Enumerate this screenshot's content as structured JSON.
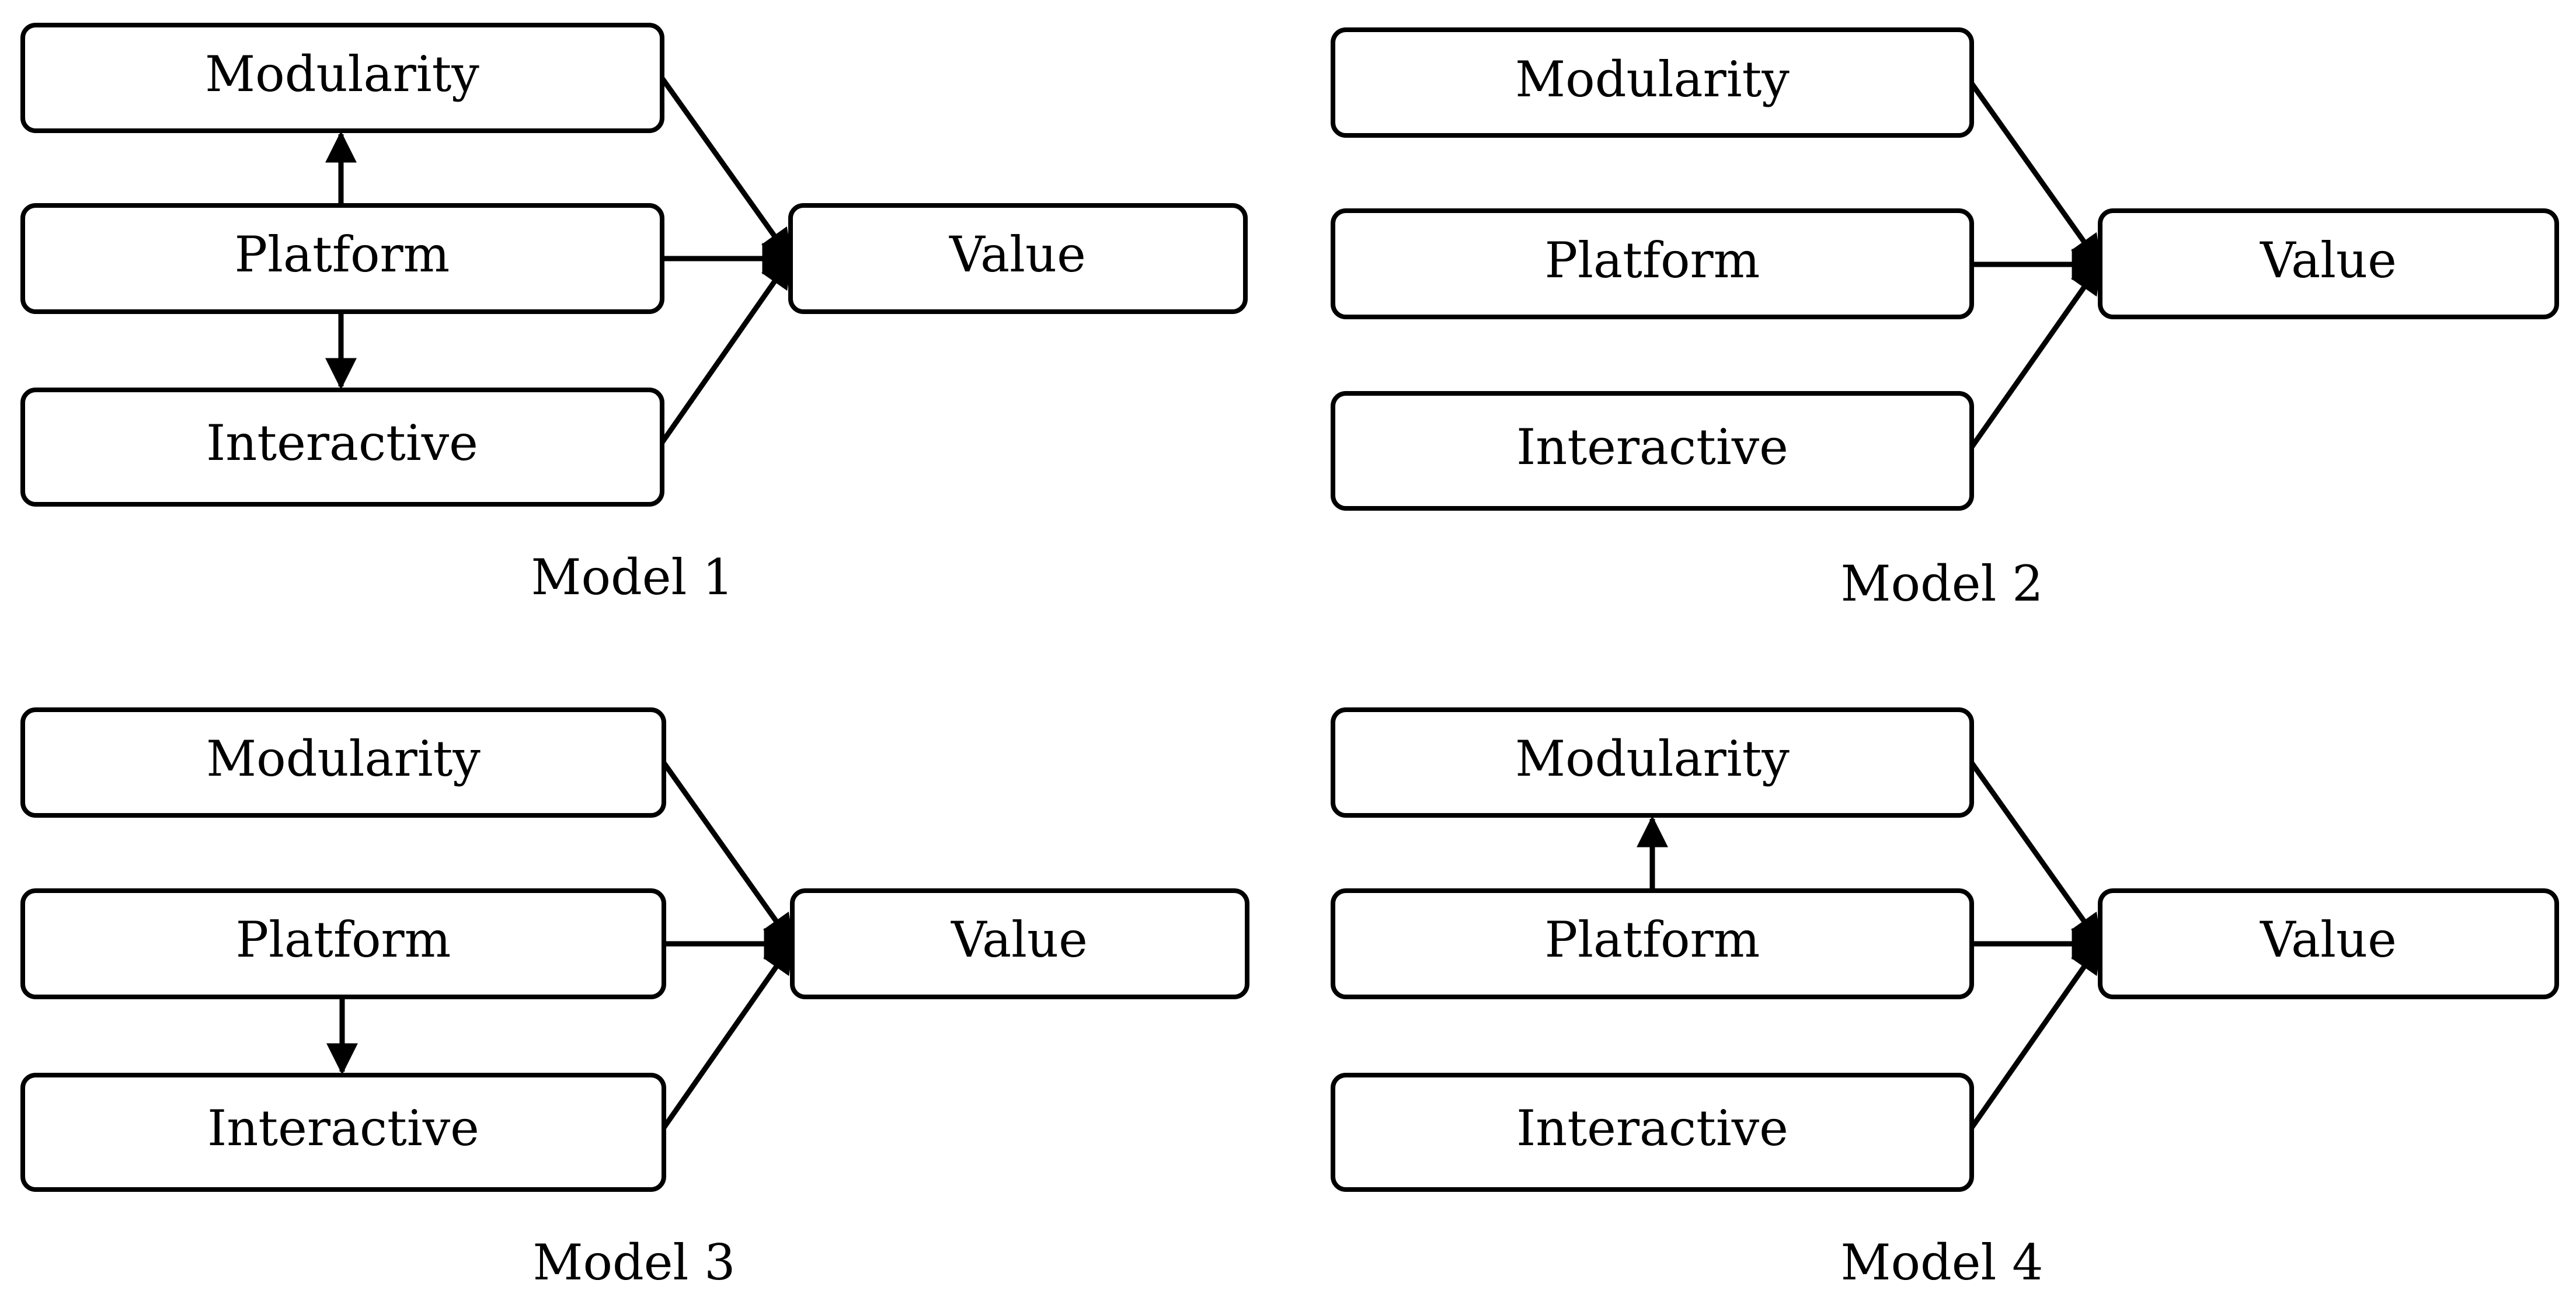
{
  "models": [
    {
      "caption": "Model 1",
      "nodes": {
        "modularity": "Modularity",
        "platform": "Platform",
        "interactive": "Interactive",
        "value": "Value"
      },
      "edges": [
        {
          "from": "modularity",
          "to": "value"
        },
        {
          "from": "platform",
          "to": "value"
        },
        {
          "from": "interactive",
          "to": "value"
        },
        {
          "from": "platform",
          "to": "modularity"
        },
        {
          "from": "platform",
          "to": "interactive"
        }
      ]
    },
    {
      "caption": "Model 2",
      "nodes": {
        "modularity": "Modularity",
        "platform": "Platform",
        "interactive": "Interactive",
        "value": "Value"
      },
      "edges": [
        {
          "from": "modularity",
          "to": "value"
        },
        {
          "from": "platform",
          "to": "value"
        },
        {
          "from": "interactive",
          "to": "value"
        }
      ]
    },
    {
      "caption": "Model 3",
      "nodes": {
        "modularity": "Modularity",
        "platform": "Platform",
        "interactive": "Interactive",
        "value": "Value"
      },
      "edges": [
        {
          "from": "modularity",
          "to": "value"
        },
        {
          "from": "platform",
          "to": "value"
        },
        {
          "from": "interactive",
          "to": "value"
        },
        {
          "from": "platform",
          "to": "interactive"
        }
      ]
    },
    {
      "caption": "Model 4",
      "nodes": {
        "modularity": "Modularity",
        "platform": "Platform",
        "interactive": "Interactive",
        "value": "Value"
      },
      "edges": [
        {
          "from": "modularity",
          "to": "value"
        },
        {
          "from": "platform",
          "to": "value"
        },
        {
          "from": "interactive",
          "to": "value"
        },
        {
          "from": "platform",
          "to": "modularity"
        }
      ]
    }
  ]
}
